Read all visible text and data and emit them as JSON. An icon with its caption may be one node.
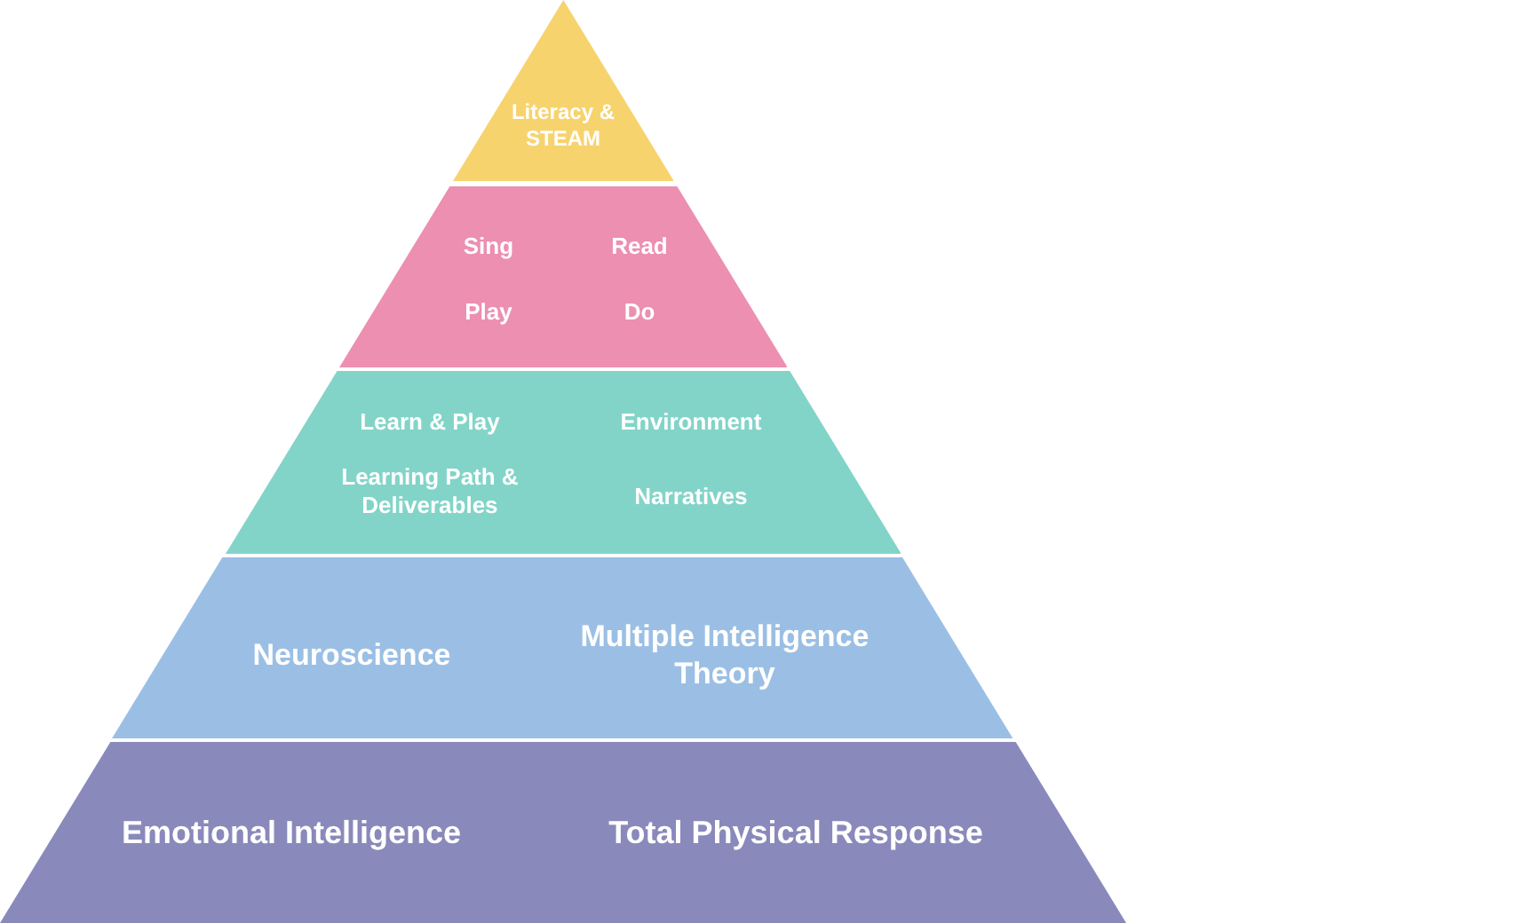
{
  "diagram": {
    "nodes": [
      {
        "text": [
          "Literacy & STEAM"
        ]
      },
      {
        "text": [
          "Sing",
          "Read",
          "Play",
          "Do"
        ]
      },
      {
        "text": [
          "Learn & Play",
          "Environment",
          "Learning Path & Deliverables",
          "Narratives"
        ]
      },
      {
        "text": [
          "Neuroscience",
          "Multiple Intelligence Theory"
        ]
      },
      {
        "text": [
          "Emotional Intelligence",
          "Total Physical Response"
        ]
      }
    ]
  }
}
